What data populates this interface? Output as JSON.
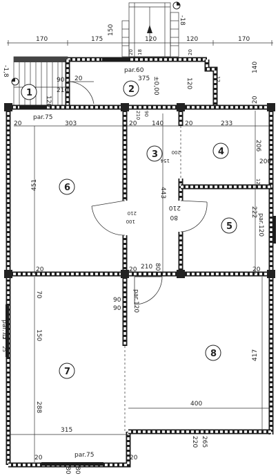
{
  "rooms": [
    "1",
    "2",
    "3",
    "4",
    "5",
    "6",
    "7",
    "8"
  ],
  "top_dims": [
    "170",
    "175",
    "120",
    "120",
    "170"
  ],
  "stair_dims": {
    "a": "150",
    "b": "18",
    "c": "120",
    "d": "20",
    "e": "20",
    "f": "18"
  },
  "level_marks": {
    "left": "-1,8",
    "top": "-18",
    "center": "±0,00"
  },
  "par_labels": {
    "p60": "par.60",
    "p75_top": "par.75",
    "p120_mid": "par.120",
    "p120_right": "par.120",
    "p75_left": "par.75",
    "p75_bottom": "par.75"
  },
  "labels": {
    "d90": "90",
    "d210_a": "210",
    "d20_a": "20",
    "d120_a": "120",
    "d375": "375",
    "d120_b": "120",
    "d140_r": "140",
    "d20_r": "20",
    "d12": "12",
    "d20_b": "20",
    "d303": "303",
    "d20_c": "20",
    "d140_c": "140",
    "d90c": "90",
    "d210_b": "210",
    "d20_d": "20",
    "d233": "233",
    "d206": "206",
    "d200": "200",
    "d154": "154",
    "d200b": "200",
    "d451": "451",
    "d443": "443",
    "d100": "100",
    "d210_c": "210",
    "d80": "80",
    "d210_d": "210",
    "d222": "222",
    "d12_b": "12",
    "d20_e": "20",
    "d20_f": "20",
    "d20_g": "20",
    "d210_e": "210",
    "d80_b": "80",
    "d70": "70",
    "d90_e": "90",
    "d90_f": "90",
    "d150": "150",
    "d12_l": "12",
    "d417": "417",
    "d288": "288",
    "d400": "400",
    "d315": "315",
    "d265": "265",
    "d220": "220",
    "d20_h": "20",
    "d20_i": "20",
    "d80_c": "80",
    "d80_d": "80",
    "d25": "25"
  }
}
